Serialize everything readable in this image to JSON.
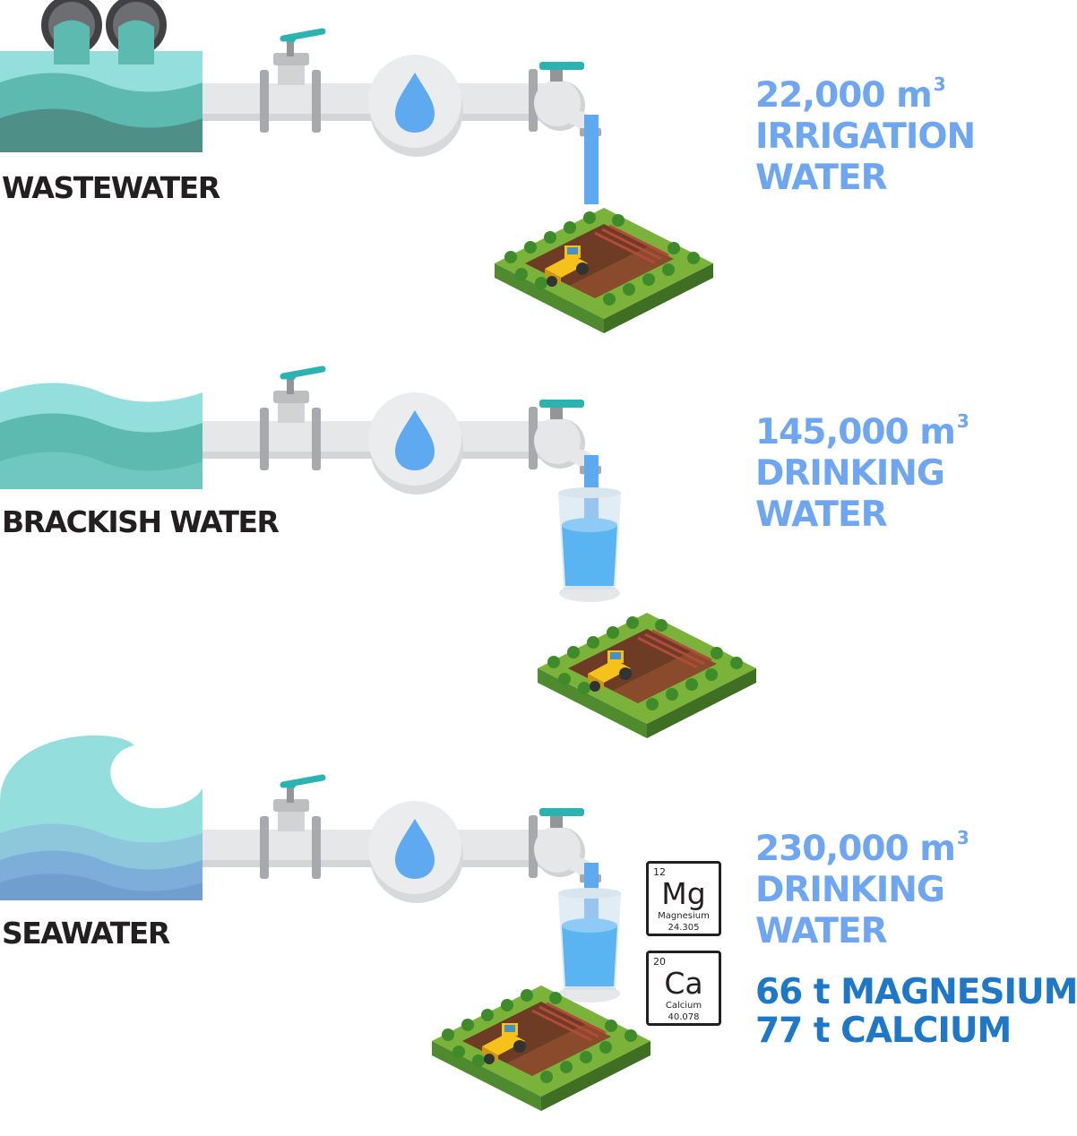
{
  "rows": [
    {
      "source": "WASTEWATER",
      "amount": "22,000 m",
      "exponent": "3",
      "line1": "IRRIGATION",
      "line2": "WATER"
    },
    {
      "source": "BRACKISH WATER",
      "amount": "145,000 m",
      "exponent": "3",
      "line1": "DRINKING",
      "line2": "WATER"
    },
    {
      "source": "SEAWATER",
      "amount": "230,000 m",
      "exponent": "3",
      "line1": "DRINKING",
      "line2": "WATER"
    }
  ],
  "elements": [
    {
      "number": "12",
      "symbol": "Mg",
      "name": "Magnesium",
      "weight": "24.305"
    },
    {
      "number": "20",
      "symbol": "Ca",
      "name": "Calcium",
      "weight": "40.078"
    }
  ],
  "minerals": [
    "66 t MAGNESIUM",
    "77 t CALCIUM"
  ],
  "colors": {
    "output_text": "#6ea6f2",
    "mineral_text": "#1f77c8",
    "label_text": "#231f20",
    "water_light": "#95dede",
    "water_mid": "#5cbab1",
    "water_dark": "#4e8f88",
    "sea_blue": "#7dadd9",
    "pipe": "#e6e7e8",
    "pipe_shadow": "#c7c8ca",
    "drop": "#5ea9f0",
    "grass": "#7bb33a",
    "soil": "#6e3b25"
  }
}
